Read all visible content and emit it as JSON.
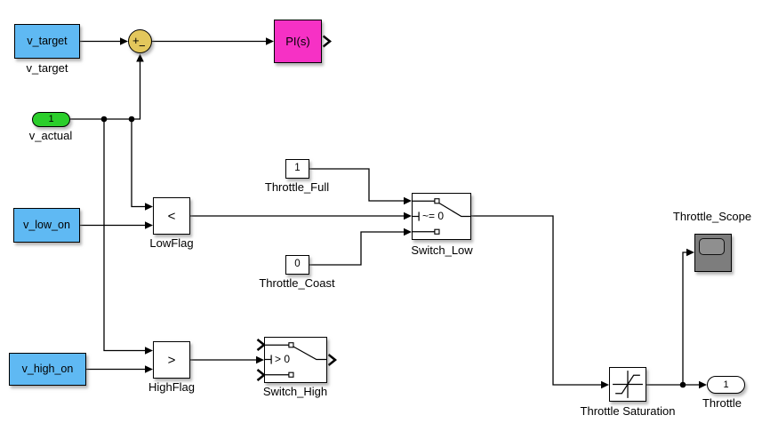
{
  "blocks": {
    "v_target": {
      "text": "v_target",
      "label": "v_target"
    },
    "sum_junction": {
      "sign_plus": "+",
      "sign_minus": "−"
    },
    "pi_controller": {
      "text": "PI(s)"
    },
    "v_actual": {
      "value": "1",
      "label": "v_actual"
    },
    "v_low_on": {
      "text": "v_low_on"
    },
    "low_flag": {
      "operator": "<",
      "label": "LowFlag"
    },
    "throttle_full": {
      "value": "1",
      "label": "Throttle_Full"
    },
    "throttle_coast": {
      "value": "0",
      "label": "Throttle_Coast"
    },
    "switch_low": {
      "criteria": "~= 0",
      "label": "Switch_Low"
    },
    "v_high_on": {
      "text": "v_high_on"
    },
    "high_flag": {
      "operator": ">",
      "label": "HighFlag"
    },
    "switch_high": {
      "criteria": "> 0",
      "label": "Switch_High"
    },
    "throttle_saturation": {
      "label": "Throttle Saturation"
    },
    "throttle_scope": {
      "label": "Throttle_Scope"
    },
    "throttle_outport": {
      "value": "1",
      "label": "Throttle"
    }
  },
  "colors": {
    "port_blue": "#5FB9F3",
    "source_green": "#2BCE2B",
    "sum_yellow": "#E3C75C",
    "pi_magenta": "#F631C5",
    "scope_gray": "#7D7D7D",
    "wire_black": "#000000",
    "canvas_white": "#FFFFFF"
  }
}
